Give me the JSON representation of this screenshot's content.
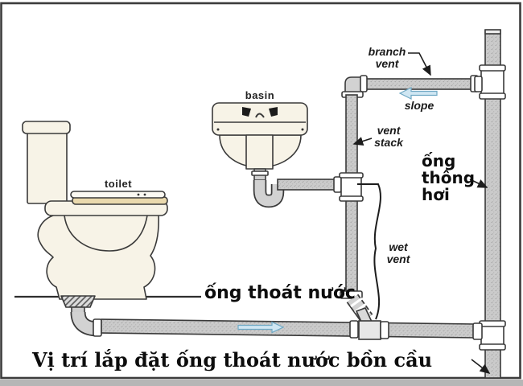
{
  "diagram": {
    "fixtures": {
      "basin": "basin",
      "toilet": "toilet"
    },
    "pipe_labels": {
      "branch_vent": [
        "branch",
        "vent"
      ],
      "slope": "slope",
      "vent_stack": [
        "vent",
        "stack"
      ],
      "wet_vent": [
        "wet",
        "vent"
      ],
      "vent_pipe_vi": [
        "ống",
        "thông",
        "hơi"
      ],
      "drain_pipe_vi": "ống thoát nước"
    },
    "caption": "Vị trí lắp đặt ống thoát nước bồn cầu",
    "icons": {
      "slope_arrow": "arrow-left",
      "flow_arrow": "arrow-right",
      "leader_arrowheads": "small-filled-arrow"
    },
    "colors": {
      "pipe_fill": "#cbcbcb",
      "pipe_outline": "#3a3a3a",
      "fitting_fill": "#ffffff",
      "fixture_cream": "#f7f3e7",
      "seat_tan": "#ead9ad",
      "arrow_blue_fill": "#cfe6f2",
      "arrow_blue_stroke": "#6fa8c4",
      "text": "#111111",
      "frame": "#3c3c3c",
      "footer_strip": "#b6b6b6"
    }
  }
}
